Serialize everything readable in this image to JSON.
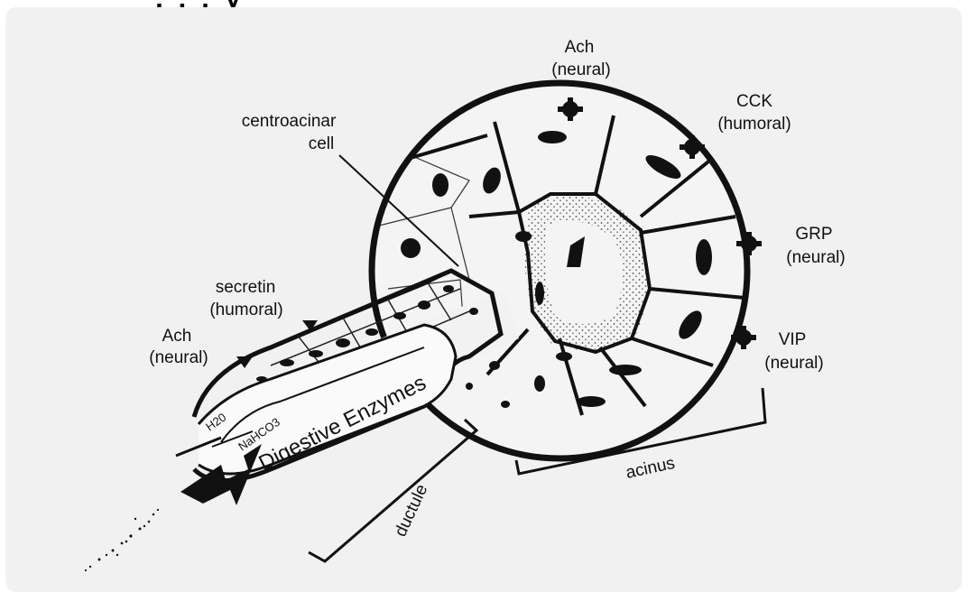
{
  "top_text": ", . . y",
  "labels": {
    "ach_top": "Ach",
    "ach_top_type": "(neural)",
    "cck": "CCK",
    "cck_type": "(humoral)",
    "grp": "GRP",
    "grp_type": "(neural)",
    "vip": "VIP",
    "vip_type": "(neural)",
    "centroacinar_1": "centroacinar",
    "centroacinar_2": "cell",
    "secretin": "secretin",
    "secretin_type": "(humoral)",
    "ach_left": "Ach",
    "ach_left_type": "(neural)",
    "h2o": "H20",
    "nahco3": "NaHCO3",
    "digestive": "Digestive Enzymes",
    "ductule": "ductule",
    "acinus": "acinus"
  }
}
